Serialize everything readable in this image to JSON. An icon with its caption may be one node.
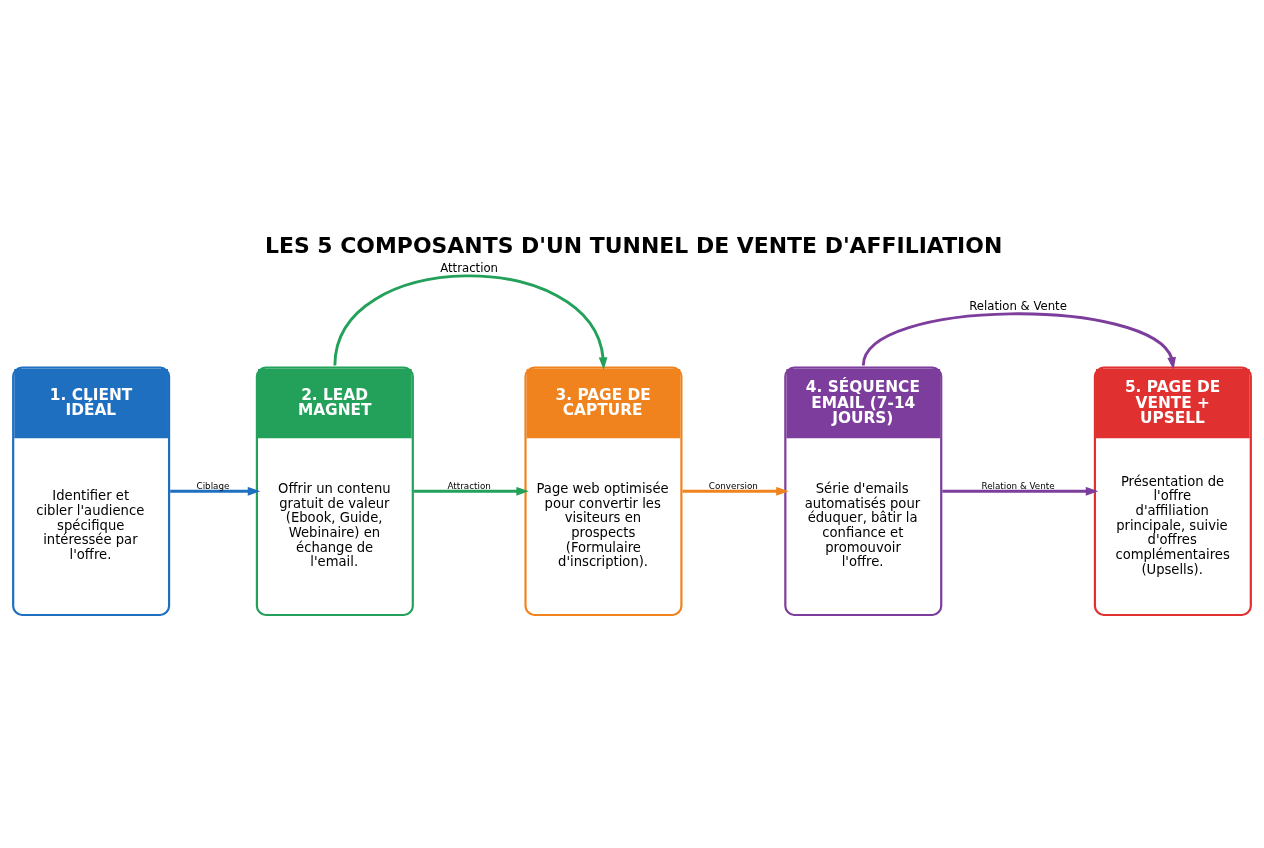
{
  "diagram": {
    "title": "LES 5 COMPOSANTS D'UN TUNNEL DE VENTE D'AFFILIATION",
    "nodes": [
      {
        "text": [
          "1. CLIENT IDÉAL",
          "Identifier et cibler l'audience spécifique intéressée par l'offre."
        ]
      },
      {
        "text": [
          "2. LEAD MAGNET",
          "Offrir un contenu gratuit de valeur (Ebook, Guide, Webinaire) en échange de l'email."
        ]
      },
      {
        "text": [
          "3. PAGE DE CAPTURE",
          "Page web optimisée pour convertir les visiteurs en prospects (Formulaire d'inscription)."
        ]
      },
      {
        "text": [
          "4. SÉQUENCE EMAIL (7-14 JOURS)",
          "Série d'emails automatisés pour éduquer, bâtir la confiance et promouvoir l'offre."
        ]
      },
      {
        "text": [
          "5. PAGE DE VENTE + UPSELL",
          "Présentation de l'offre d'affiliation principale, suivie d'offres complémentaires (Upsells)."
        ]
      }
    ],
    "edges": [
      {
        "from": 0,
        "to": 1,
        "arrow": "to",
        "label": "Ciblage",
        "color": "#1f6fc1"
      },
      {
        "from": 1,
        "to": 2,
        "arrow": "to",
        "label": "Attraction",
        "color": "#23a15a"
      },
      {
        "from": 2,
        "to": 3,
        "arrow": "to",
        "label": "Conversion",
        "color": "#f0831e"
      },
      {
        "from": 3,
        "to": 4,
        "arrow": "to",
        "label": "Relation & Vente",
        "color": "#7c3d9c"
      },
      {
        "from": 1,
        "to": 2,
        "arrow": "to",
        "label": "Attraction",
        "color": "#23a15a"
      },
      {
        "from": 3,
        "to": 4,
        "arrow": "to",
        "label": "Relation & Vente",
        "color": "#7c3d9c"
      }
    ]
  }
}
